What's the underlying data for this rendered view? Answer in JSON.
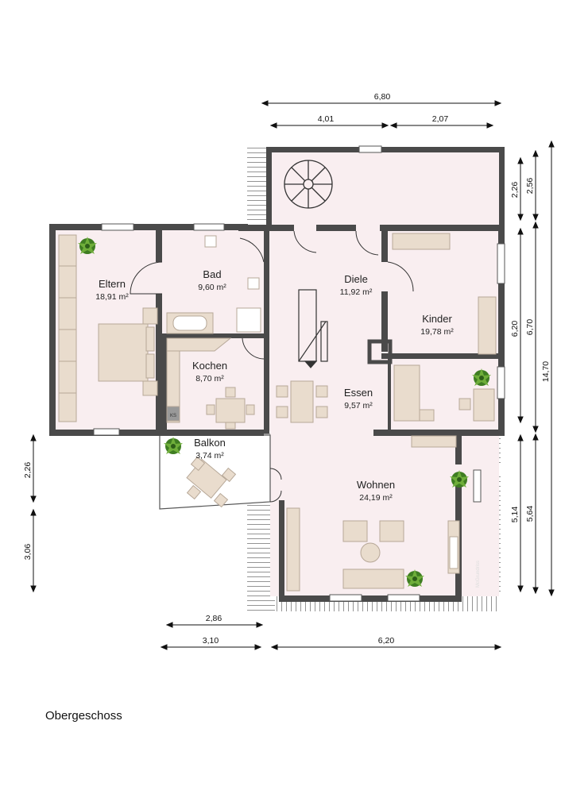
{
  "floor_label": "Obergeschoss",
  "watermark": "McGrundriss",
  "rooms": [
    {
      "name": "Eltern",
      "area": "18,91 m²"
    },
    {
      "name": "Bad",
      "area": "9,60 m²"
    },
    {
      "name": "Diele",
      "area": "11,92 m²"
    },
    {
      "name": "Kinder",
      "area": "19,78 m²"
    },
    {
      "name": "Kochen",
      "area": "8,70 m²"
    },
    {
      "name": "Essen",
      "area": "9,57 m²"
    },
    {
      "name": "Balkon",
      "area": "3,74 m²"
    },
    {
      "name": "Wohnen",
      "area": "24,19 m²"
    }
  ],
  "appliance_label": "KS",
  "dimensions": {
    "top_total": "6,80",
    "top_left": "4,01",
    "top_right": "2,07",
    "right_inner_a": "2,26",
    "right_inner_b": "6,20",
    "right_inner_c": "5,14",
    "right_mid_a": "2,56",
    "right_mid_b": "6,70",
    "right_mid_c": "5,64",
    "right_total": "14,70",
    "left_a": "2,26",
    "left_b": "3,06",
    "bottom_a": "2,86",
    "bottom_b": "3,10",
    "bottom_c": "6,20"
  },
  "colors": {
    "wall": "#4a4a4a",
    "floor": "#f9eef0",
    "furniture": "#e9dccd",
    "furniture_stroke": "#b7a898",
    "plant": "#4c8a2a"
  }
}
